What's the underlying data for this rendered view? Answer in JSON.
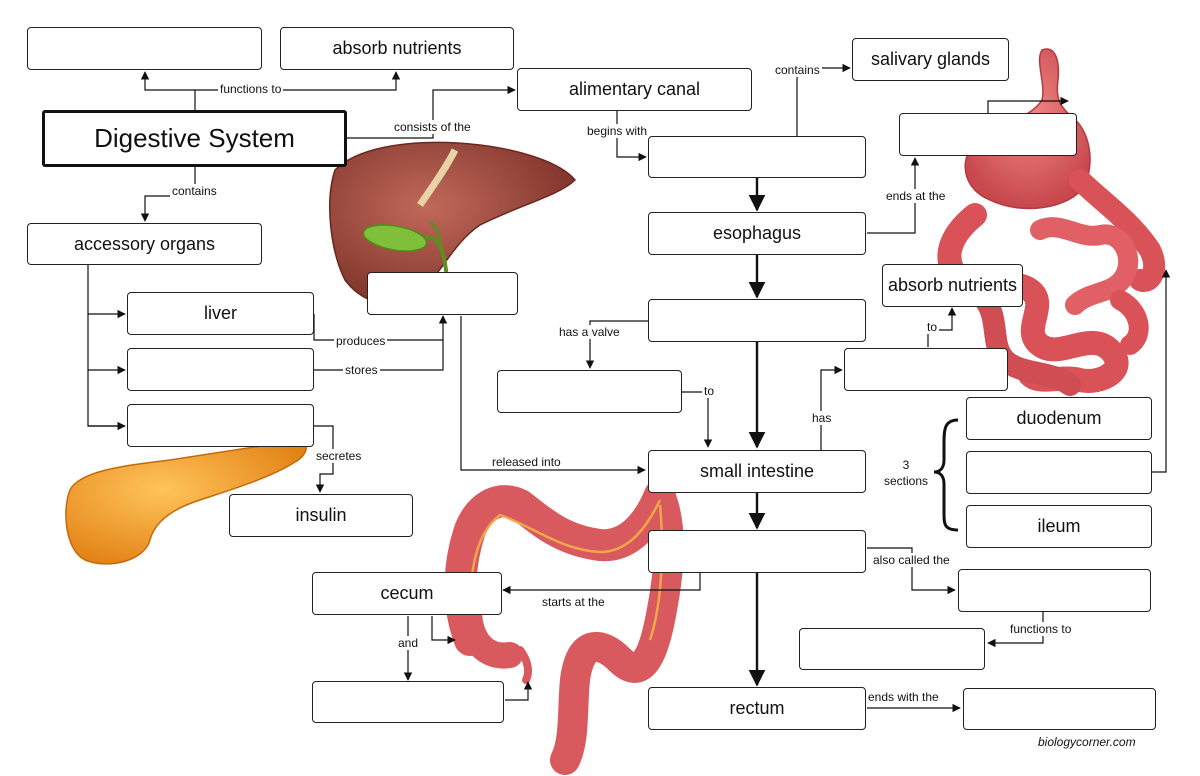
{
  "title": "Digestive System",
  "boxes": {
    "blank_top_left": "",
    "absorb_nutrients_top": "absorb nutrients",
    "alimentary_canal": "alimentary canal",
    "salivary_glands": "salivary glands",
    "blank_mouth": "",
    "blank_stomach": "",
    "esophagus": "esophagus",
    "absorb_nutrients_right": "absorb nutrients",
    "accessory_organs": "accessory organs",
    "liver": "liver",
    "blank_bile": "",
    "blank_gallbladder": "",
    "blank_pancreas": "",
    "insulin": "insulin",
    "blank_valve_organ": "",
    "blank_sphincter": "",
    "blank_villi": "",
    "duodenum": "duodenum",
    "blank_jejunum": "",
    "ileum": "ileum",
    "small_intestine": "small intestine",
    "blank_large_intestine": "",
    "cecum": "cecum",
    "blank_appendix": "",
    "blank_colon": "",
    "blank_colon_function": "",
    "rectum": "rectum",
    "blank_anus": ""
  },
  "links": {
    "functions_to": "functions to",
    "consists_of_the": "consists of the",
    "contains_left": "contains",
    "contains_top": "contains",
    "begins_with": "begins with",
    "ends_at_the": "ends at the",
    "to_right": "to",
    "produces": "produces",
    "stores": "stores",
    "has_a_valve": "has a valve",
    "to_valve": "to",
    "has": "has",
    "secretes": "secretes",
    "released_into": "released into",
    "also_called_the": "also called the",
    "starts_at_the": "starts at the",
    "functions_to_2": "functions to",
    "and": "and",
    "ends_with_the": "ends with the"
  },
  "sections_label": "3\nsections",
  "credit": "biologycorner.com",
  "colors": {
    "organ_red": "#d9555a",
    "liver_brown": "#9c4a3a",
    "gallbladder_green": "#6fae2e",
    "pancreas_orange": "#f29a1c"
  }
}
